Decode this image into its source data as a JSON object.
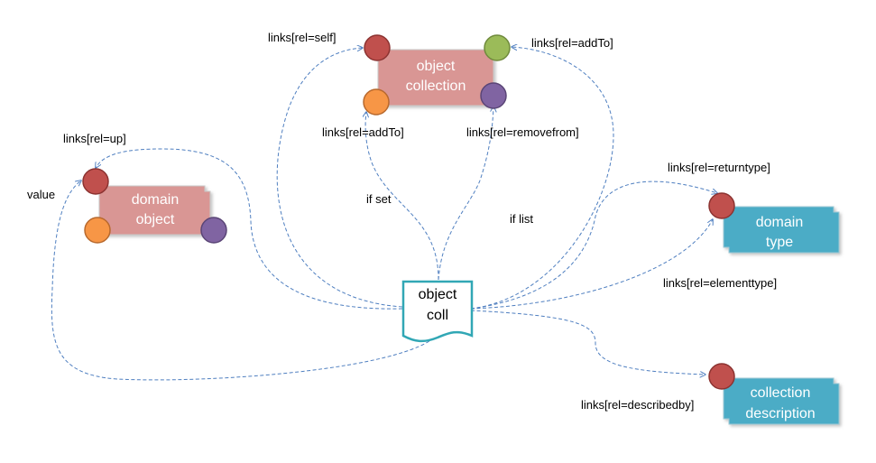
{
  "diagram": {
    "nodes": {
      "object_collection": {
        "line1": "object",
        "line2": "collection"
      },
      "domain_object": {
        "line1": "domain",
        "line2": "object"
      },
      "domain_type": {
        "line1": "domain",
        "line2": "type"
      },
      "collection_description": {
        "line1": "collection",
        "line2": "description"
      },
      "object_coll": {
        "line1": "object",
        "line2": "coll"
      }
    },
    "labels": {
      "rel_self": "links[rel=self]",
      "rel_addto_top": "links[rel=addTo]",
      "rel_addto": "links[rel=addTo]",
      "rel_removefrom": "links[rel=removefrom]",
      "rel_up": "links[rel=up]",
      "value": "value",
      "if_set": "if set",
      "if_list": "if list",
      "rel_returntype": "links[rel=returntype]",
      "rel_elementtype": "links[rel=elementtype]",
      "rel_describedby": "links[rel=describedby]"
    },
    "colors": {
      "pink_box": "#d99694",
      "blue_box": "#4bacc6",
      "edge": "#4f7fc0",
      "red_port": "#c0504d",
      "orange_port": "#f79646",
      "purple_port": "#8064a2",
      "green_port": "#9bbb59"
    }
  }
}
